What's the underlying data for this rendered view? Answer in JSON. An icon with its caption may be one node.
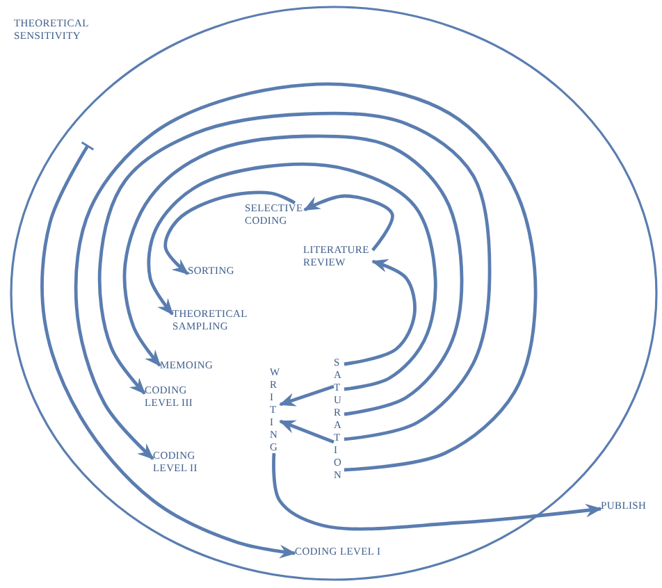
{
  "diagram": {
    "nodes": [
      {
        "text": [
          "THEORETICAL SENSITIVITY"
        ]
      },
      {
        "text": [
          "SELECTIVE CODING"
        ]
      },
      {
        "text": [
          "LITERATURE REVIEW"
        ]
      },
      {
        "text": [
          "SORTING"
        ]
      },
      {
        "text": [
          "THEORETICAL SAMPLING"
        ]
      },
      {
        "text": [
          "MEMOING"
        ]
      },
      {
        "text": [
          "CODING LEVEL III"
        ]
      },
      {
        "text": [
          "WRITING"
        ]
      },
      {
        "text": [
          "SATURATION"
        ]
      },
      {
        "text": [
          "CODING LEVEL II"
        ]
      },
      {
        "text": [
          "PUBLISH"
        ]
      },
      {
        "text": [
          "CODING LEVEL I"
        ]
      }
    ],
    "edges": [
      {
        "from": 1,
        "to": 3,
        "arrow": "to"
      },
      {
        "from": 2,
        "to": 1,
        "arrow": "to"
      },
      {
        "from": 8,
        "to": 2,
        "arrow": "to"
      },
      {
        "from": 8,
        "to": 4,
        "arrow": "to"
      },
      {
        "from": 8,
        "to": 5,
        "arrow": "to"
      },
      {
        "from": 8,
        "to": 6,
        "arrow": "to"
      },
      {
        "from": 8,
        "to": 9,
        "arrow": "to"
      },
      {
        "from": null,
        "to": 11,
        "arrow": "to"
      },
      {
        "from": 7,
        "to": 10,
        "arrow": "to"
      },
      {
        "from": 8,
        "to": 7,
        "arrow": "to"
      },
      {
        "from": 8,
        "to": 7,
        "arrow": "to"
      }
    ]
  }
}
